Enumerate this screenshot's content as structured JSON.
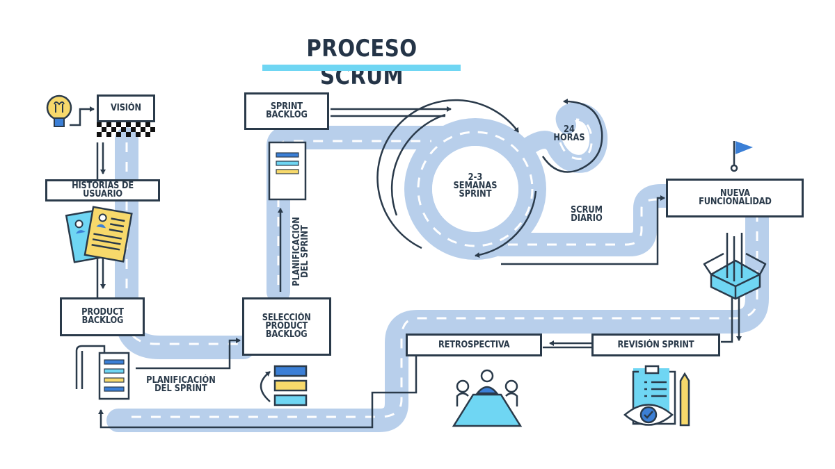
{
  "title": "PROCESO SCRUM",
  "colors": {
    "road": "#b8cfeb",
    "road_dash": "#ffffff",
    "outline": "#2a3a4a",
    "accent_cyan": "#6fd6f3",
    "accent_blue": "#3b7fd6",
    "accent_yellow": "#f7d96b",
    "title_bar": "#6fd6f3"
  },
  "steps": {
    "vision": "VISIÓN",
    "user_stories": "HISTORIAS DE\nUSUARIO",
    "product_backlog": "PRODUCT\nBACKLOG",
    "sprint_planning_1": "PLANIFICACIÓN\nDEL SPRINT",
    "selection": "SELECCIÓN\nPRODUCT\nBACKLOG",
    "sprint_planning_2": "PLANIFICACIÓN\nDEL SPRINT",
    "sprint_backlog": "SPRINT\nBACKLOG",
    "sprint_duration": "2-3\nSEMANAS\nSPRINT",
    "daily_cycle": "24\nHORAS",
    "daily_scrum": "SCRUM\nDIARIO",
    "new_feature": "NUEVA\nFUNCIONALIDAD",
    "sprint_review": "REVISIÓN SPRINT",
    "retrospective": "RETROSPECTIVA"
  },
  "icons": {
    "lightbulb": "lightbulb-icon",
    "checkered_flag": "finish-line-icon",
    "user_cards": "user-profile-cards-icon",
    "document_scroll": "document-list-icon",
    "sprint_backlog_doc": "backlog-document-icon",
    "reorder_stack": "reorder-stack-icon",
    "goal_flag": "goal-flag-icon",
    "open_box": "open-box-icon",
    "meeting": "team-meeting-icon",
    "review_clipboard": "clipboard-review-icon"
  }
}
